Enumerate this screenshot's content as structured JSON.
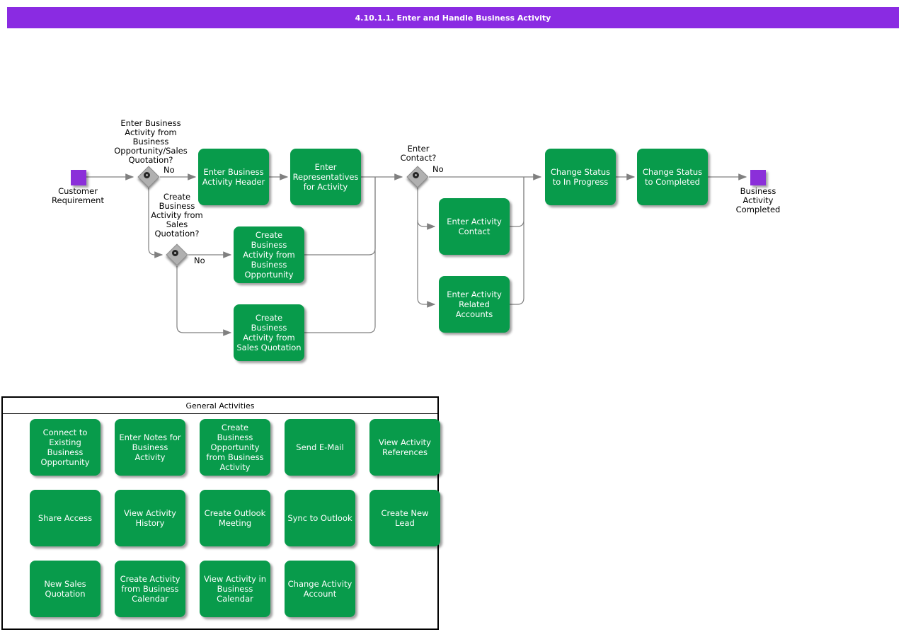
{
  "header": {
    "title": "4.10.1.1. Enter and Handle Business Activity"
  },
  "colors": {
    "header_purple": "#8a2be2",
    "node_purple": "#8b2fd9",
    "activity_green": "#089b4b",
    "connector_gray": "#808080",
    "decision_gray": "#b0b0b0"
  },
  "flow": {
    "start_label": "Customer Requirement",
    "end_label": "Business Activity Completed",
    "decisions": [
      {
        "question": "Enter Business Activity from Business Opportunity/Sales Quotation?",
        "no": "No"
      },
      {
        "question": "Create Business Activity from Sales Quotation?",
        "no": "No"
      },
      {
        "question": "Enter Contact?",
        "no": "No"
      }
    ],
    "activities": [
      "Enter Business Activity Header",
      "Enter Representatives for Activity",
      "Create Business Activity from Business Opportunity",
      "Create Business Activity from Sales Quotation",
      "Enter Activity Contact",
      "Enter Activity Related Accounts",
      "Change Status to In Progress",
      "Change Status to Completed"
    ]
  },
  "general_activities": {
    "title": "General Activities",
    "items": [
      "Connect to Existing Business Opportunity",
      "Enter Notes for Business Activity",
      "Create Business Opportunity from Business Activity",
      "Send E-Mail",
      "View Activity References",
      "Share Access",
      "View Activity History",
      "Create Outlook Meeting",
      "Sync to Outlook",
      "Create New Lead",
      "New Sales Quotation",
      "Create Activity from Business Calendar",
      "View Activity in Business Calendar",
      "Change Activity Account"
    ]
  }
}
